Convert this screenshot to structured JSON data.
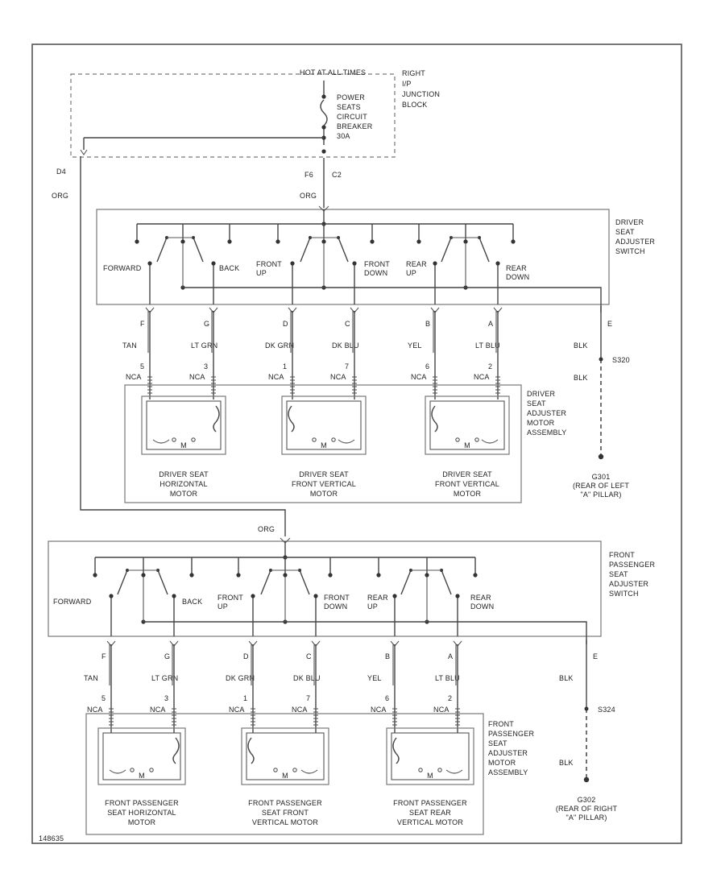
{
  "colors": {
    "ORG": "#f5b07a",
    "TAN": "#f3d39a",
    "LT_GRN": "#7ee08a",
    "DK_GRN": "#6fd07e",
    "DK_BLU": "#a7b8ee",
    "YEL": "#f6f08a",
    "LT_BLU": "#8ef0ee",
    "wire": "#444444"
  },
  "fuse_block": {
    "hot_label": "HOT AT ALL TIMES",
    "breaker": [
      "POWER",
      "SEATS",
      "CIRCUIT",
      "BREAKER",
      "30A"
    ],
    "location": [
      "RIGHT",
      "I/P",
      "JUNCTION",
      "BLOCK"
    ],
    "left_terminal": "D4",
    "right_terminal": [
      "F6",
      "C2"
    ]
  },
  "left_wire_color": "ORG",
  "driver": {
    "feed_color": "ORG",
    "switch_label": [
      "DRIVER",
      "SEAT",
      "ADJUSTER",
      "SWITCH"
    ],
    "switch_positions": [
      [
        "FORWARD"
      ],
      [
        "BACK"
      ],
      [
        "FRONT",
        "UP"
      ],
      [
        "FRONT",
        "DOWN"
      ],
      [
        "REAR",
        "UP"
      ],
      [
        "REAR",
        "DOWN"
      ]
    ],
    "pins": [
      "F",
      "G",
      "D",
      "C",
      "B",
      "A",
      "E"
    ],
    "wire_colors": [
      "TAN",
      "LT GRN",
      "DK GRN",
      "DK BLU",
      "YEL",
      "LT BLU",
      "BLK"
    ],
    "connector_pins": [
      "5",
      "3",
      "1",
      "7",
      "6",
      "2"
    ],
    "connector_name": "NCA",
    "ground_splice": "S320",
    "ground_wire": "BLK",
    "ground": [
      "G301",
      "(REAR OF LEFT",
      "\"A\" PILLAR)"
    ],
    "motor_assembly_label": [
      "DRIVER",
      "SEAT",
      "ADJUSTER",
      "MOTOR",
      "ASSEMBLY"
    ],
    "motors": [
      [
        "DRIVER SEAT",
        "HORIZONTAL",
        "MOTOR"
      ],
      [
        "DRIVER SEAT",
        "FRONT VERTICAL",
        "MOTOR"
      ],
      [
        "DRIVER SEAT",
        "FRONT VERTICAL",
        "MOTOR"
      ]
    ],
    "motor_mark": "M"
  },
  "passenger": {
    "feed_color": "ORG",
    "switch_label": [
      "FRONT",
      "PASSENGER",
      "SEAT",
      "ADJUSTER",
      "SWITCH"
    ],
    "switch_positions": [
      [
        "FORWARD"
      ],
      [
        "BACK"
      ],
      [
        "FRONT",
        "UP"
      ],
      [
        "FRONT",
        "DOWN"
      ],
      [
        "REAR",
        "UP"
      ],
      [
        "REAR",
        "DOWN"
      ]
    ],
    "pins": [
      "F",
      "G",
      "D",
      "C",
      "B",
      "A",
      "E"
    ],
    "wire_colors": [
      "TAN",
      "LT GRN",
      "DK GRN",
      "DK BLU",
      "YEL",
      "LT BLU",
      "BLK"
    ],
    "connector_pins": [
      "5",
      "3",
      "1",
      "7",
      "6",
      "2"
    ],
    "connector_name": "NCA",
    "ground_splice": "S324",
    "ground_wire": "BLK",
    "ground": [
      "G302",
      "(REAR OF RIGHT",
      "\"A\" PILLAR)"
    ],
    "motor_assembly_label": [
      "FRONT",
      "PASSENGER",
      "SEAT",
      "ADJUSTER",
      "MOTOR",
      "ASSEMBLY"
    ],
    "motors": [
      [
        "FRONT PASSENGER",
        "SEAT HORIZONTAL",
        "MOTOR"
      ],
      [
        "FRONT PASSENGER",
        "SEAT FRONT",
        "VERTICAL MOTOR"
      ],
      [
        "FRONT PASSENGER",
        "SEAT REAR",
        "VERTICAL MOTOR"
      ]
    ],
    "motor_mark": "M"
  },
  "figure_id": "148635"
}
